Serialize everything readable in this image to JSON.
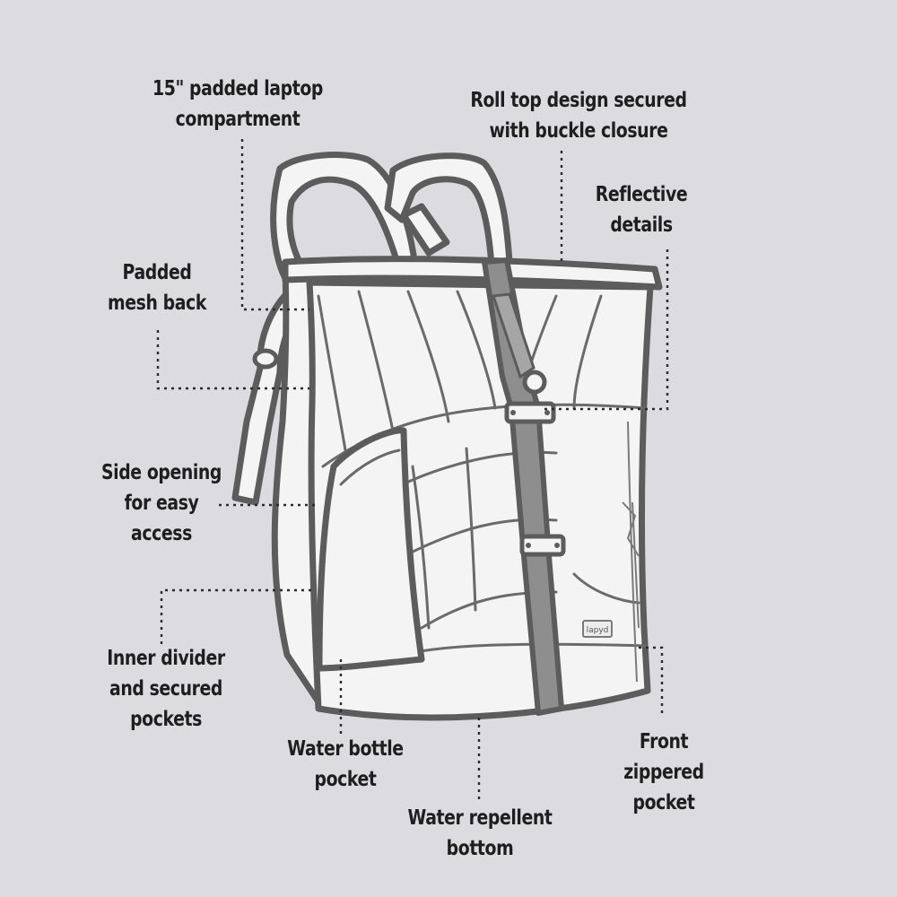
{
  "colors": {
    "background": "#dcdce0",
    "outline": "#5c5c5c",
    "strap": "#8e8e8e",
    "text": "#1e1e1e"
  },
  "product": {
    "logo_text": "lapyd"
  },
  "callouts": {
    "laptop_compartment": [
      "15\" padded laptop",
      "compartment"
    ],
    "roll_top": [
      "Roll top design secured",
      "with buckle closure"
    ],
    "reflective": [
      "Reflective",
      "details"
    ],
    "mesh_back": [
      "Padded",
      "mesh back"
    ],
    "side_opening": [
      "Side opening",
      "for easy",
      "access"
    ],
    "inner_divider": [
      "Inner divider",
      "and secured",
      "pockets"
    ],
    "water_bottle": [
      "Water bottle",
      "pocket"
    ],
    "water_repellent": [
      "Water repellent",
      "bottom"
    ],
    "front_pocket": [
      "Front",
      "zippered",
      "pocket"
    ]
  }
}
